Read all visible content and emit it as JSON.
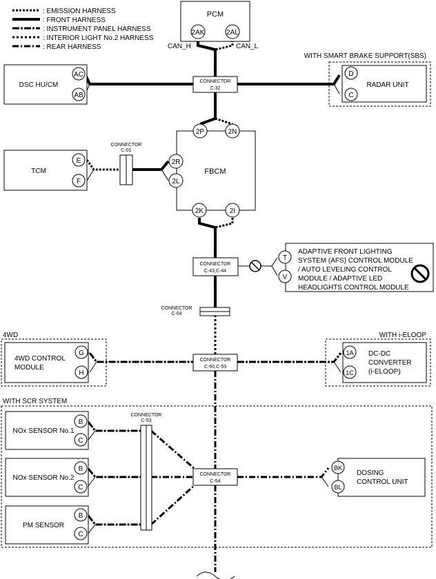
{
  "legend": {
    "emission": ": EMISSION HARNESS",
    "front": ": FRONT HARNESS",
    "instrument": ": INSTRUMENT PANEL HARNESS",
    "interior": ": INTERIOR LIGHT No.2 HARNESS",
    "rear": ": REAR HARNESS"
  },
  "pcm": {
    "label": "PCM",
    "pin_h": "2AK",
    "pin_l": "2AL",
    "can_h": "CAN_H",
    "can_l": "CAN_L"
  },
  "dsc": {
    "label": "DSC HU/CM",
    "pin1": "AC",
    "pin2": "AB"
  },
  "sbs": {
    "group": "WITH SMART BRAKE SUPPORT(SBS)",
    "label": "RADAR UNIT",
    "pin1": "D",
    "pin2": "C"
  },
  "c32": {
    "line1": "CONNECTOR",
    "line2": "C-32"
  },
  "fbcm": {
    "label": "FBCM",
    "p2p": "2P",
    "p2n": "2N",
    "p2r": "2R",
    "p2l": "2L",
    "p2k": "2K",
    "p2i": "2I"
  },
  "tcm": {
    "label": "TCM",
    "pin1": "E",
    "pin2": "F"
  },
  "c01": {
    "line1": "CONNECTOR",
    "line2": "C-01"
  },
  "c43": {
    "line1": "CONNECTOR",
    "line2": "C-43,C-44"
  },
  "afs": {
    "line1": "ADAPTIVE FRONT LIGHTING",
    "line2": "SYSTEM (AFS) CONTROL MODULE",
    "line3": "/ AUTO LEVELING CONTROL",
    "line4": "MODULE / ADAPTIVE LED",
    "line5": "HEADLIGHTS CONTROL MODULE",
    "pin1": "T",
    "pin2": "V"
  },
  "c04": {
    "line1": "CONNECTOR",
    "line2": "C-04"
  },
  "fourwd": {
    "group": "4WD",
    "line1": "4WD CONTROL",
    "line2": "MODULE",
    "pin1": "G",
    "pin2": "H"
  },
  "c60": {
    "line1": "CONNECTOR",
    "line2": "C-60,C-59"
  },
  "ieloop": {
    "group": "WITH i-ELOOP",
    "line1": "DC-DC",
    "line2": "CONVERTER",
    "line3": "(i-ELOOP)",
    "pin1": "1A",
    "pin2": "1C"
  },
  "scr": {
    "group": "WITH SCR SYSTEM"
  },
  "nox1": {
    "label": "NOx SENSOR No.1",
    "pin1": "B",
    "pin2": "C"
  },
  "nox2": {
    "label": "NOx SENSOR No.2",
    "pin1": "B",
    "pin2": "C"
  },
  "pm": {
    "label": "PM SENSOR",
    "pin1": "B",
    "pin2": "C"
  },
  "c53": {
    "line1": "CONNECTOR",
    "line2": "C-53"
  },
  "c54": {
    "line1": "CONNECTOR",
    "line2": "C-54"
  },
  "dosing": {
    "line1": "DOSING",
    "line2": "CONTROL UNIT",
    "pin1": "BK",
    "pin2": "BL"
  }
}
